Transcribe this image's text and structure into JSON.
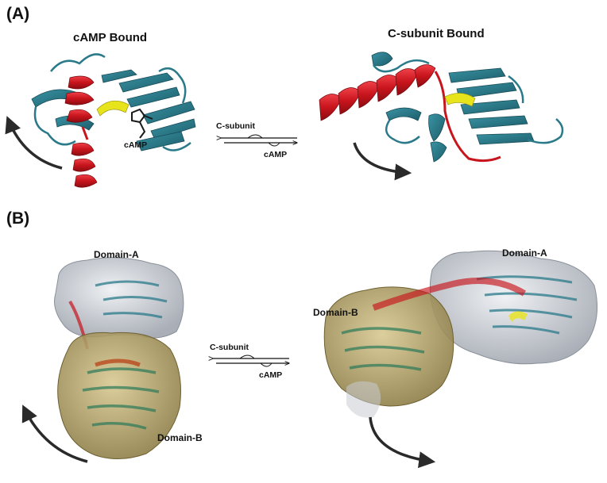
{
  "panel_a": {
    "label": "(A)",
    "left_title": "cAMP Bound",
    "right_title": "C-subunit Bound",
    "ligand_label": "cAMP",
    "equilibrium": {
      "forward": "C-subunit",
      "reverse": "cAMP"
    }
  },
  "panel_b": {
    "label": "(B)",
    "left": {
      "domain_a": "Domain-A",
      "domain_b": "Domain-B"
    },
    "right": {
      "domain_a": "Domain-A",
      "domain_b": "Domain-B"
    },
    "equilibrium": {
      "forward": "C-subunit",
      "reverse": "cAMP"
    }
  },
  "colors": {
    "beta_sheet": "#2a7a8a",
    "helix": "#d01c24",
    "hinge_yellow": "#e8e41c",
    "surface_a": "#c8ccd2",
    "surface_b": "#b8a468",
    "arrow": "#2a2a2a"
  }
}
